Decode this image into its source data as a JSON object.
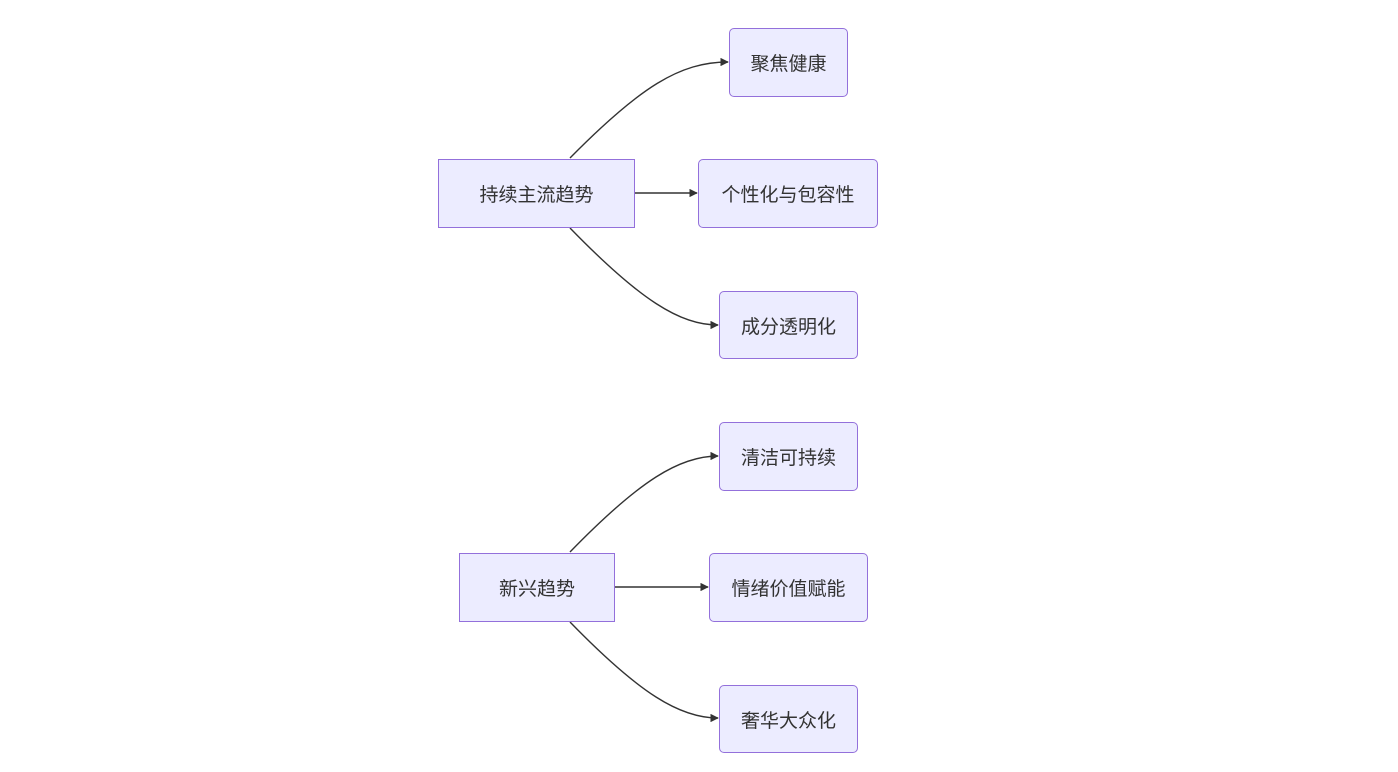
{
  "diagram": {
    "groups": [
      {
        "root": "持续主流趋势",
        "children": [
          "聚焦健康",
          "个性化与包容性",
          "成分透明化"
        ]
      },
      {
        "root": "新兴趋势",
        "children": [
          "清洁可持续",
          "情绪价值赋能",
          "奢华大众化"
        ]
      }
    ]
  },
  "colors": {
    "node_fill": "#ececff",
    "node_border": "#9370db",
    "edge": "#333333",
    "text": "#333333"
  }
}
